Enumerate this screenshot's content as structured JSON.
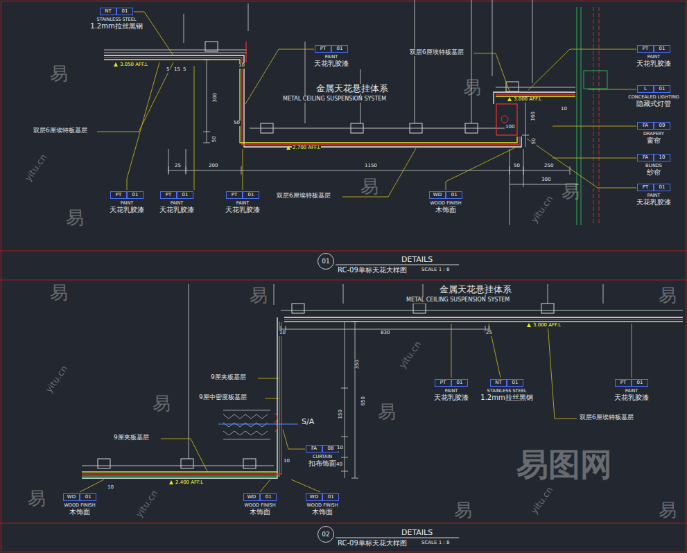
{
  "diagram": {
    "nodes": [
      {
        "text": [
          "NT",
          "01",
          "STAINLESS STEEL",
          "1.2mm拉丝黑钢"
        ]
      },
      {
        "text": [
          "PT",
          "01",
          "PAINT",
          "天花乳胶漆"
        ]
      },
      {
        "text": [
          "PT",
          "01",
          "PAINT",
          "天花乳胶漆"
        ]
      },
      {
        "text": [
          "L",
          "01",
          "CONCEALED LIGHTING",
          "隐藏式灯管"
        ]
      },
      {
        "text": [
          "FA",
          "09",
          "DRAPERY",
          "窗帘"
        ]
      },
      {
        "text": [
          "FA",
          "10",
          "BLINDS",
          "纱帘"
        ]
      },
      {
        "text": [
          "PT",
          "01",
          "PAINT",
          "天花乳胶漆"
        ]
      },
      {
        "text": [
          "PT",
          "01",
          "PAINT",
          "天花乳胶漆"
        ]
      },
      {
        "text": [
          "PT",
          "01",
          "PAINT",
          "天花乳胶漆"
        ]
      },
      {
        "text": [
          "PT",
          "01",
          "PAINT",
          "天花乳胶漆"
        ]
      },
      {
        "text": [
          "WD",
          "01",
          "WOOD FINISH",
          "木饰面"
        ]
      },
      {
        "text": [
          "01"
        ]
      },
      {
        "text": [
          "PT",
          "01",
          "PAINT",
          "天花乳胶漆"
        ]
      },
      {
        "text": [
          "NT",
          "01",
          "STAINLESS STEEL",
          "1.2mm拉丝黑钢"
        ]
      },
      {
        "text": [
          "PT",
          "01",
          "PAINT",
          "天花乳胶漆"
        ]
      },
      {
        "text": [
          "FA",
          "08",
          "CURTAIN",
          "扣布饰面"
        ]
      },
      {
        "text": [
          "WD",
          "01",
          "WOOD FINISH",
          "木饰面"
        ]
      },
      {
        "text": [
          "WD",
          "01",
          "WOOD FINISH",
          "木饰面"
        ]
      },
      {
        "text": [
          "WD",
          "01",
          "WOOD FINISH",
          "木饰面"
        ]
      },
      {
        "text": [
          "02"
        ]
      }
    ],
    "labels": [
      "金属天花悬挂体系",
      "METAL CEILING SUSPENSION SYSTEM",
      "双层6厘埃特板基层",
      "双层6厘埃特板基层",
      "双层6厘埃特板基层",
      "3.050 AFF.L",
      "2.700 AFF.L",
      "3.000 AFF.L",
      "5",
      "15",
      "5",
      "10",
      "300",
      "50",
      "50",
      "25",
      "200",
      "1150",
      "50",
      "250",
      "300",
      "160",
      "100",
      "50",
      "10",
      "DETAILS",
      "RC-09单标天花大样图",
      "SCALE 1 : 8",
      "金属天花悬挂体系",
      "METAL CEILING SUSPENSION SYSTEM",
      "3.000 AFF.L",
      "10",
      "830",
      "25",
      "350",
      "650",
      "150",
      "10",
      "40",
      "10",
      "9厘夹板基层",
      "9厘中密度板基层",
      "9厘夹板基层",
      "S/A",
      "双层6厘埃特板基层",
      "2.400 AFF.L",
      "10",
      "DETAILS",
      "RC-09单标天花大样图",
      "SCALE 1 : 8",
      "易图网",
      "易",
      "易",
      "易",
      "易",
      "易",
      "易",
      "易",
      "易",
      "易",
      "易",
      "易",
      "易",
      "易",
      "yitu.cn",
      "yitu.cn",
      "yitu.cn",
      "yitu.cn",
      "yitu.cn",
      "yitu.cn"
    ]
  }
}
